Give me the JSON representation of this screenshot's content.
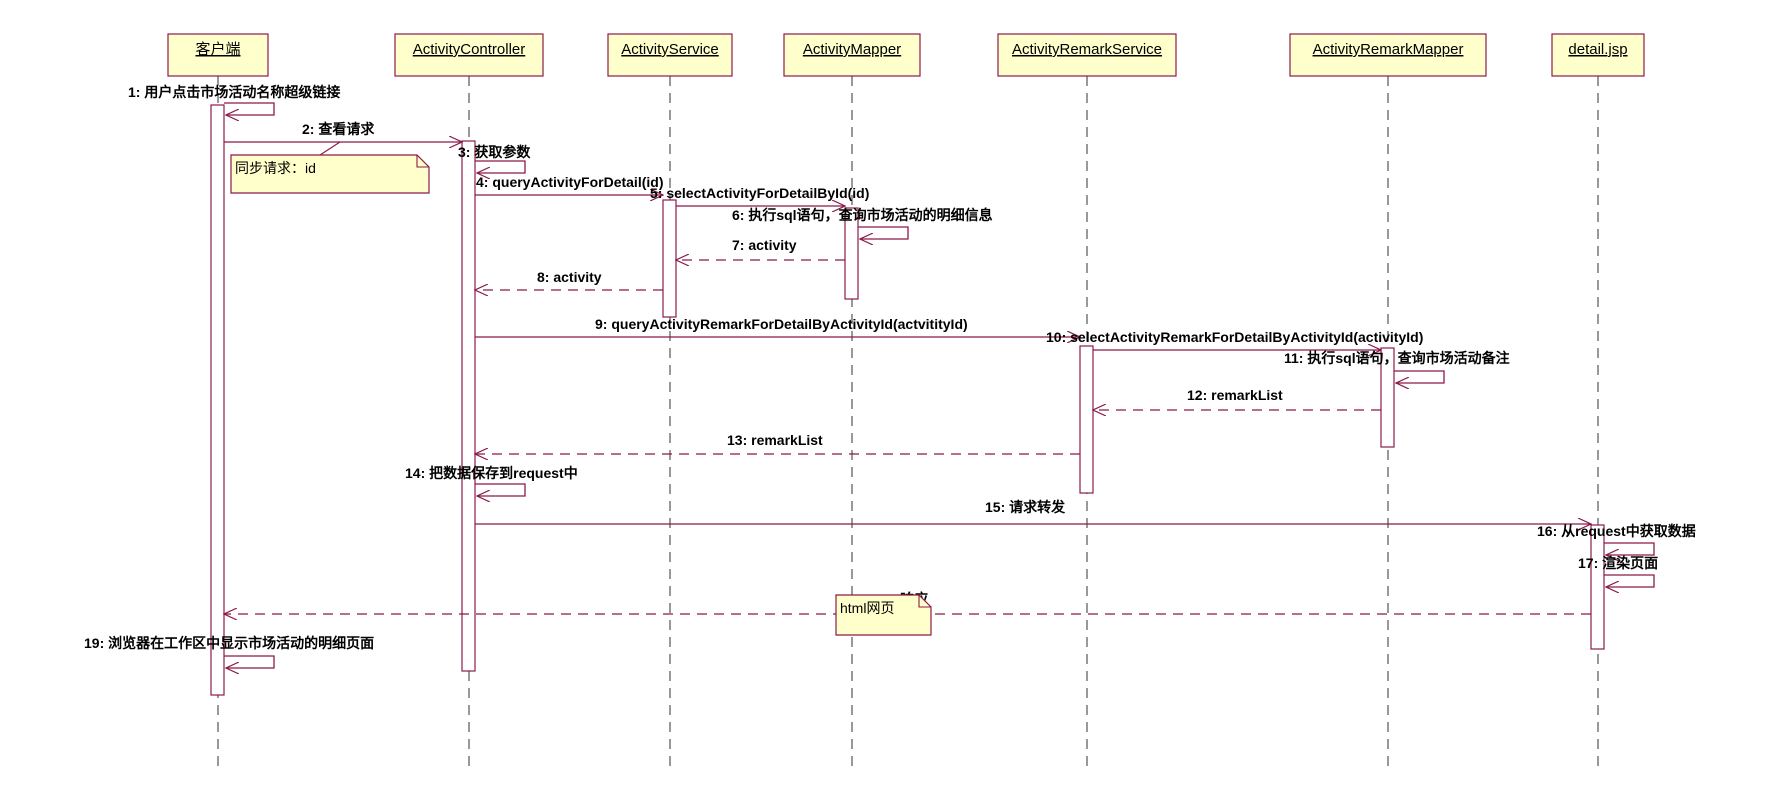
{
  "colors": {
    "line": "#8b1a4a",
    "box_fill": "#ffffcc",
    "activation_fill": "#ffffff",
    "lifeline": "#555555",
    "text": "#000000"
  },
  "participants": [
    {
      "id": "client",
      "label": "客户端"
    },
    {
      "id": "controller",
      "label": "ActivityController"
    },
    {
      "id": "service",
      "label": "ActivityService"
    },
    {
      "id": "mapper",
      "label": "ActivityMapper"
    },
    {
      "id": "remark_service",
      "label": "ActivityRemarkService"
    },
    {
      "id": "remark_mapper",
      "label": "ActivityRemarkMapper"
    },
    {
      "id": "jsp",
      "label": "detail.jsp"
    }
  ],
  "messages": [
    {
      "label": "1: 用户点击市场活动名称超级链接",
      "kind": "self"
    },
    {
      "label": "2: 查看请求",
      "kind": "sync"
    },
    {
      "label": "3: 获取参数",
      "kind": "self"
    },
    {
      "label": "4: queryActivityForDetail(id)",
      "kind": "sync"
    },
    {
      "label": "5: selectActivityForDetailById(id)",
      "kind": "sync"
    },
    {
      "label": "6: 执行sql语句，查询市场活动的明细信息",
      "kind": "self"
    },
    {
      "label": "7: activity",
      "kind": "return"
    },
    {
      "label": "8: activity",
      "kind": "return"
    },
    {
      "label": "9: queryActivityRemarkForDetailByActivityId(actvitityId)",
      "kind": "sync"
    },
    {
      "label": "10: selectActivityRemarkForDetailByActivityId(activityId)",
      "kind": "sync"
    },
    {
      "label": "11: 执行sql语句，查询市场活动备注",
      "kind": "self"
    },
    {
      "label": "12: remarkList",
      "kind": "return"
    },
    {
      "label": "13: remarkList",
      "kind": "return"
    },
    {
      "label": "14: 把数据保存到request中",
      "kind": "self"
    },
    {
      "label": "15: 请求转发",
      "kind": "sync"
    },
    {
      "label": "16: 从request中获取数据",
      "kind": "self"
    },
    {
      "label": "17: 渲染页面",
      "kind": "self"
    },
    {
      "label": "18: 响应",
      "kind": "return"
    },
    {
      "label": "19: 浏览器在工作区中显示市场活动的明细页面",
      "kind": "self"
    }
  ],
  "notes": [
    {
      "text": "同步请求：id",
      "attached_to": "2: 查看请求"
    },
    {
      "text": "html网页",
      "attached_to": "18: 响应"
    }
  ]
}
